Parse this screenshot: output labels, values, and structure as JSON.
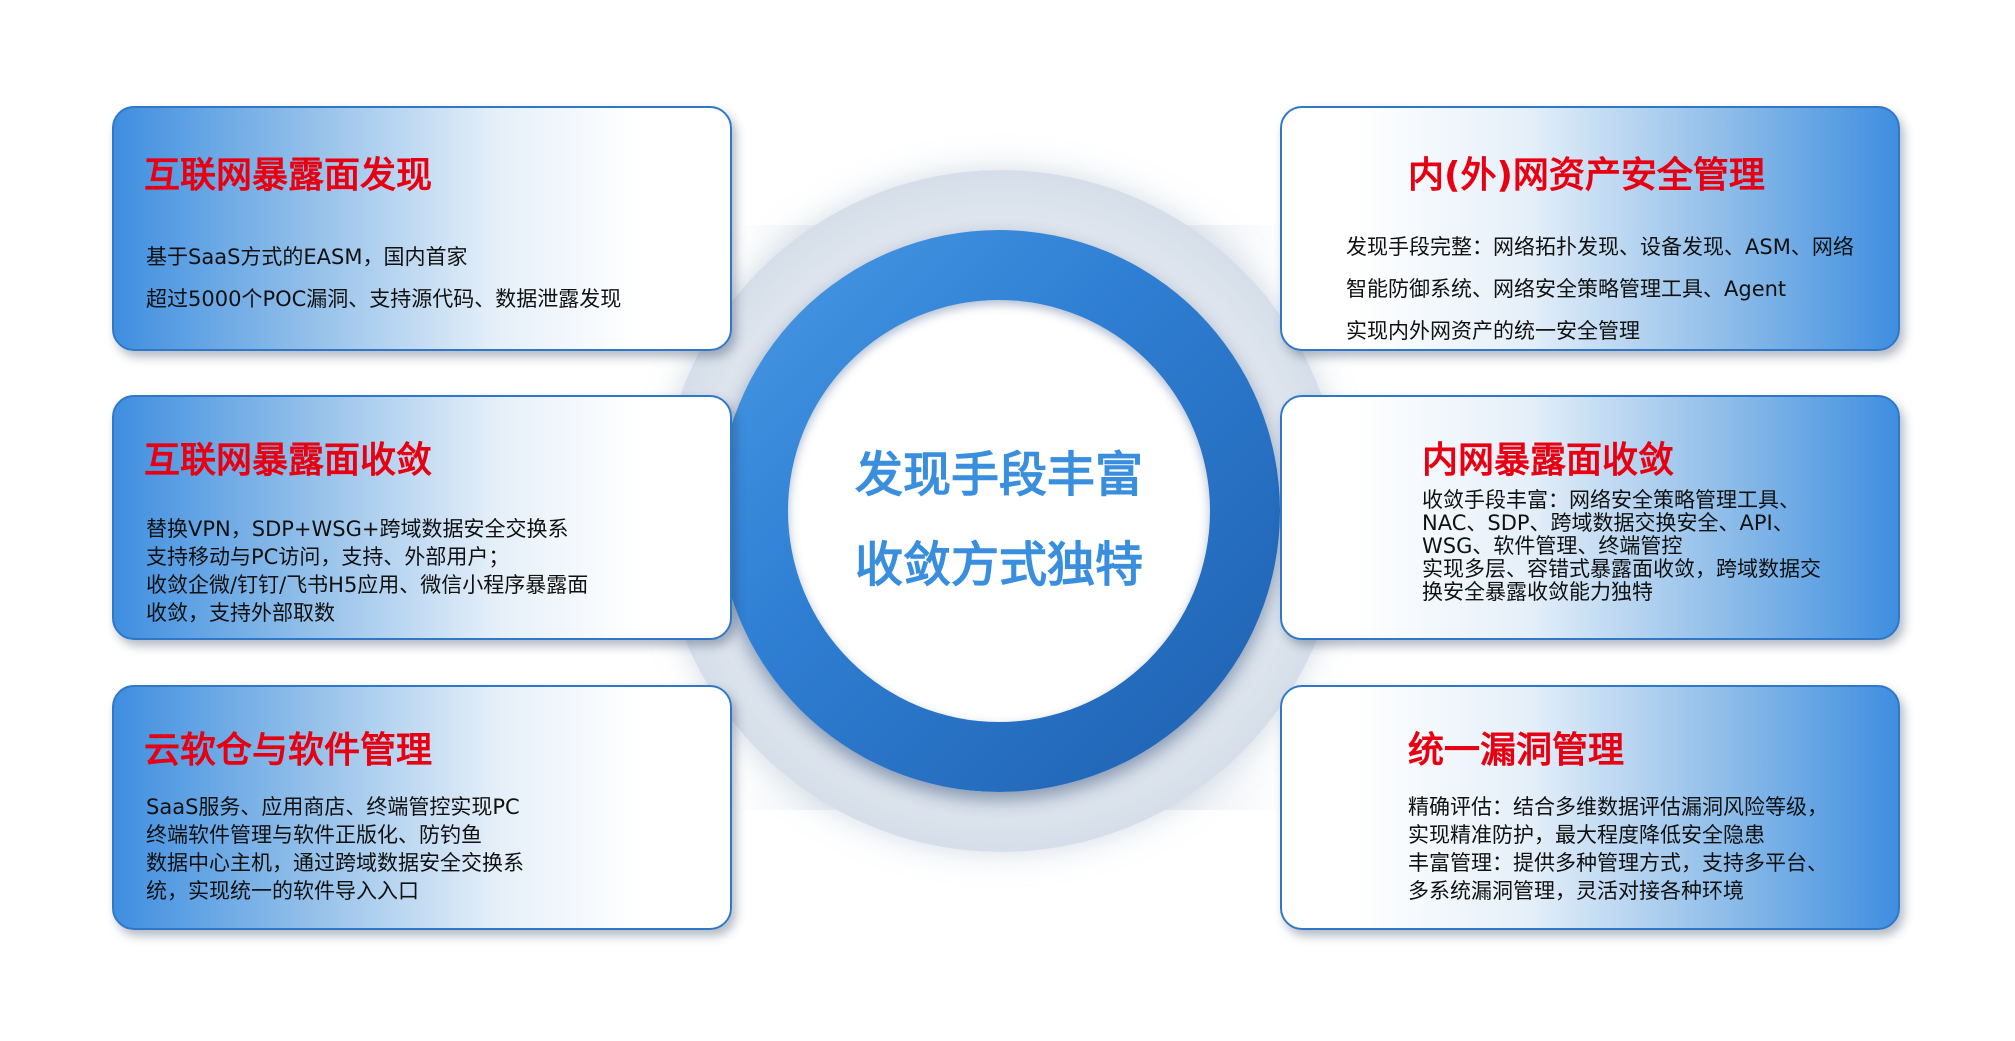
{
  "center": {
    "line1": "发现手段丰富",
    "line2": "收敛方式独特"
  },
  "cards": {
    "top_left": {
      "title": "互联网暴露面发现",
      "lines": [
        "基于SaaS方式的EASM，国内首家",
        "超过5000个POC漏洞、支持源代码、数据泄露发现"
      ]
    },
    "mid_left": {
      "title": "互联网暴露面收敛",
      "lines": [
        "替换VPN，SDP+WSG+跨域数据安全交换系",
        "支持移动与PC访问，支持、外部用户；",
        "收敛企微/钉钉/飞书H5应用、微信小程序暴露面",
        "收敛，支持外部取数"
      ]
    },
    "bot_left": {
      "title": "云软仓与软件管理",
      "lines": [
        "SaaS服务、应用商店、终端管控实现PC",
        "终端软件管理与软件正版化、防钓鱼",
        "数据中心主机，通过跨域数据安全交换系",
        "统，实现统一的软件导入入口"
      ]
    },
    "top_right": {
      "title": "内(外)网资产安全管理",
      "lines": [
        "发现手段完整：网络拓扑发现、设备发现、ASM、网络",
        "智能防御系统、网络安全策略管理工具、Agent",
        "实现内外网资产的统一安全管理"
      ]
    },
    "mid_right": {
      "title": "内网暴露面收敛",
      "lines": [
        "收敛手段丰富：网络安全策略管理工具、",
        "NAC、SDP、跨域数据交换安全、API、",
        "WSG、软件管理、终端管控",
        "实现多层、容错式暴露面收敛，跨域数据交",
        "换安全暴露收敛能力独特"
      ]
    },
    "bot_right": {
      "title": "统一漏洞管理",
      "lines": [
        "精确评估：结合多维数据评估漏洞风险等级，",
        "实现精准防护，最大程度降低安全隐患",
        "丰富管理：提供多种管理方式，支持多平台、",
        "多系统漏洞管理，灵活对接各种环境"
      ]
    }
  },
  "colors": {
    "title_red": "#e60012",
    "accent_blue": "#2f7fd4",
    "center_text_blue": "#3a8ede"
  }
}
